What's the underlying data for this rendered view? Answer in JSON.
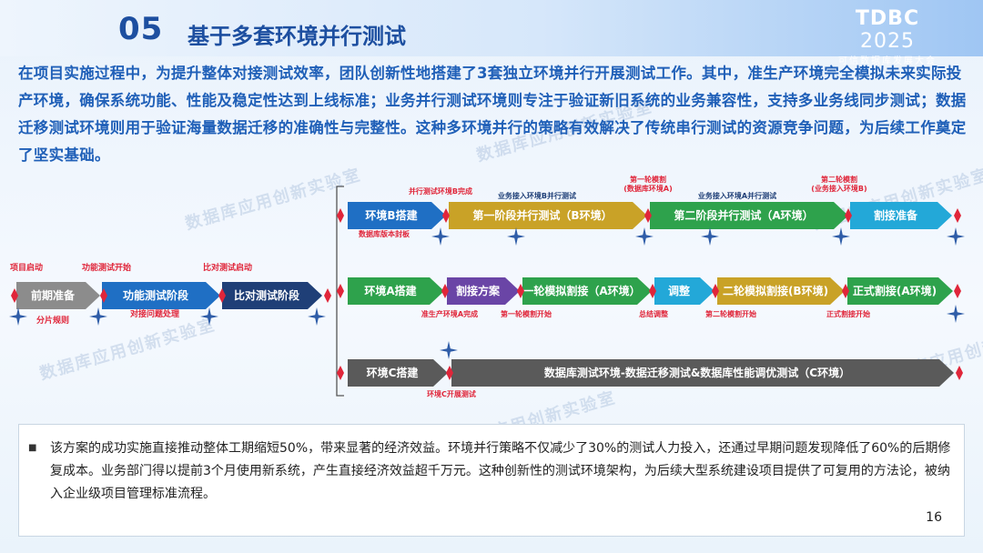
{
  "header": {
    "number": "05",
    "title": "基于多套环境并行测试",
    "logo_main": "TDBC",
    "logo_year": "2025",
    "logo_sub": "可信数据库发展大会"
  },
  "intro": "在项目实施过程中，为提升整体对接测试效率，团队创新性地搭建了3套独立环境并行开展测试工作。其中，准生产环境完全模拟未来实际投产环境，确保系统功能、性能及稳定性达到上线标准；业务并行测试环境则专注于验证新旧系统的业务兼容性，支持多业务线同步测试；数据迁移测试环境则用于验证海量数据迁移的准确性与完整性。这种多环境并行的策略有效解决了传统串行测试的资源竞争问题，为后续工作奠定了坚实基础。",
  "watermark": "数据库应用创新实验室",
  "diagram": {
    "main_steps": [
      "前期准备",
      "功能测试阶段",
      "比对测试阶段"
    ],
    "main_top_labels": [
      "项目启动",
      "功能测试开始",
      "比对测试启动"
    ],
    "main_bottom_labels": [
      "分片规则",
      "对接问题处理"
    ],
    "row_b": {
      "steps": [
        "环境B搭建",
        "第一阶段并行测试（B环境）",
        "第二阶段并行测试（A环境）",
        "割接准备"
      ],
      "top_labels": [
        "并行测试环境B完成",
        "业务接入环境B并行测试",
        "第一轮模割\n(数据库环境A)",
        "业务接入环境A并行测试",
        "第二轮模割\n(业务接入环境B)"
      ],
      "bottom_labels": [
        "数据库版本封板"
      ]
    },
    "row_a": {
      "steps": [
        "环境A搭建",
        "割接方案",
        "一轮模拟割接（A环境）",
        "调整",
        "二轮模拟割接(B环境)",
        "正式割接(A环境)"
      ],
      "bottom_labels": [
        "准生产环境A完成",
        "第一轮模割开始",
        "总结调整",
        "第二轮模割开始",
        "正式割接开始"
      ]
    },
    "row_c": {
      "steps": [
        "环境C搭建",
        "数据库测试环境-数据迁移测试&数据库性能调优测试（C环境）"
      ],
      "bottom_labels": [
        "环境C开展测试"
      ]
    },
    "colors": {
      "gray": "#8c8c8c",
      "navy": "#1f3f77",
      "blue": "#1f6fc4",
      "gold": "#c9a227",
      "green": "#2ea24c",
      "cyan": "#23a8d8",
      "purple": "#6a45a6",
      "dark": "#5a5a5a",
      "diamond": "#e0263a",
      "star": "#2f5da8",
      "label_red": "#e0263a"
    }
  },
  "summary": "该方案的成功实施直接推动整体工期缩短50%，带来显著的经济效益。环境并行策略不仅减少了30%的测试人力投入，还通过早期问题发现降低了60%的后期修复成本。业务部门得以提前3个月使用新系统，产生直接经济效益超千万元。这种创新性的测试环境架构，为后续大型系统建设项目提供了可复用的方法论，被纳入企业级项目管理标准流程。",
  "page_number": "16"
}
